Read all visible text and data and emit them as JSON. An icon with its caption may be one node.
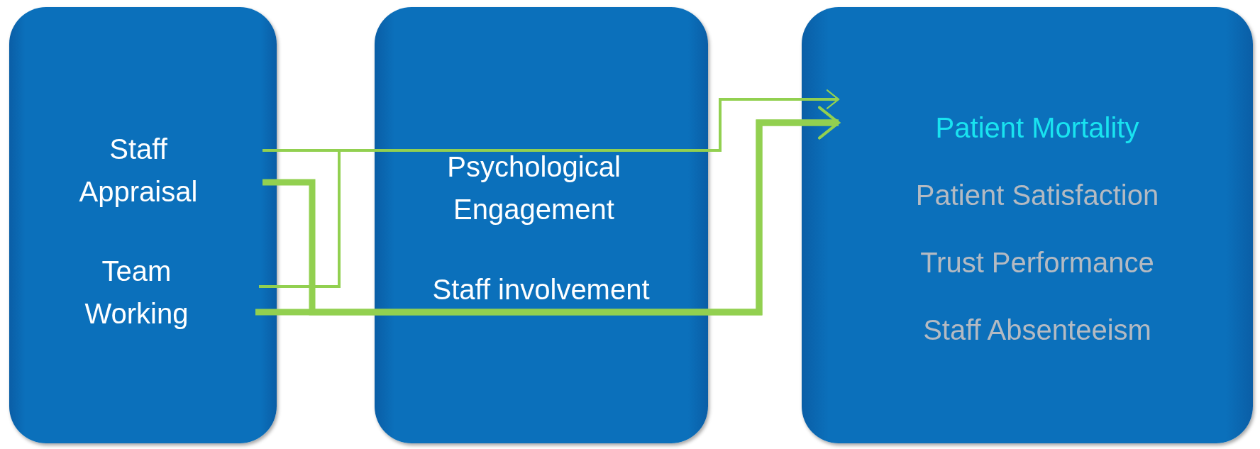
{
  "diagram": {
    "nodes": [
      {
        "text": [],
        "shape": "box"
      },
      {
        "text": [
          "Staff Appraisal"
        ],
        "in": 0
      },
      {
        "text": [
          "Team Working"
        ],
        "in": 0
      },
      {
        "text": [],
        "shape": "box"
      },
      {
        "text": [
          "Psychological Engagement"
        ],
        "in": 3
      },
      {
        "text": [
          "Staff involvement"
        ],
        "in": 3
      },
      {
        "text": [],
        "shape": "box"
      },
      {
        "text": [
          "Patient Mortality"
        ],
        "in": 6
      },
      {
        "text": [
          "Patient Satisfaction"
        ],
        "in": 6
      },
      {
        "text": [
          "Trust Performance"
        ],
        "in": 6
      },
      {
        "text": [
          "Staff Absenteeism"
        ],
        "in": 6
      }
    ],
    "edges": [
      {
        "from": 1,
        "to": 7,
        "arrow": "to"
      },
      {
        "from": 2,
        "to": 7,
        "arrow": "to"
      },
      {
        "from": 1,
        "to": 7,
        "arrow": "to",
        "style": "thick"
      },
      {
        "from": 2,
        "to": 7,
        "arrow": "to",
        "style": "thick"
      }
    ]
  }
}
